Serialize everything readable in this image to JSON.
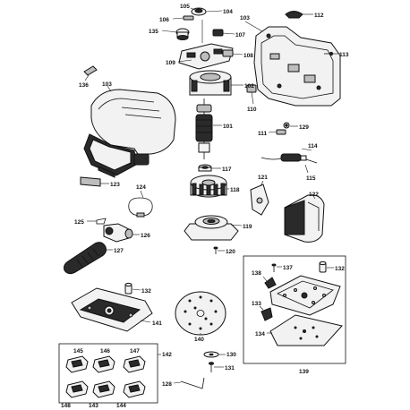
{
  "diagram": {
    "labels": {
      "p101": "101",
      "p102": "102",
      "p103a": "103",
      "p103b": "103",
      "p104": "104",
      "p105": "105",
      "p106": "106",
      "p107": "107",
      "p108": "108",
      "p109": "109",
      "p110": "110",
      "p111": "111",
      "p112": "112",
      "p113": "113",
      "p114": "114",
      "p115": "115",
      "p117": "117",
      "p118": "118",
      "p119": "119",
      "p120": "120",
      "p121": "121",
      "p122": "122",
      "p123": "123",
      "p124": "124",
      "p125": "125",
      "p126": "126",
      "p127": "127",
      "p128": "128",
      "p129": "129",
      "p130": "130",
      "p131": "131",
      "p132a": "132",
      "p132b": "132",
      "p133": "133",
      "p134": "134",
      "p135": "135",
      "p136": "136",
      "p137": "137",
      "p138": "138",
      "p139": "139",
      "p140": "140",
      "p141": "141",
      "p142": "142",
      "p143": "143",
      "p144": "144",
      "p145": "145",
      "p146": "146",
      "p147": "147",
      "p148": "148"
    }
  }
}
